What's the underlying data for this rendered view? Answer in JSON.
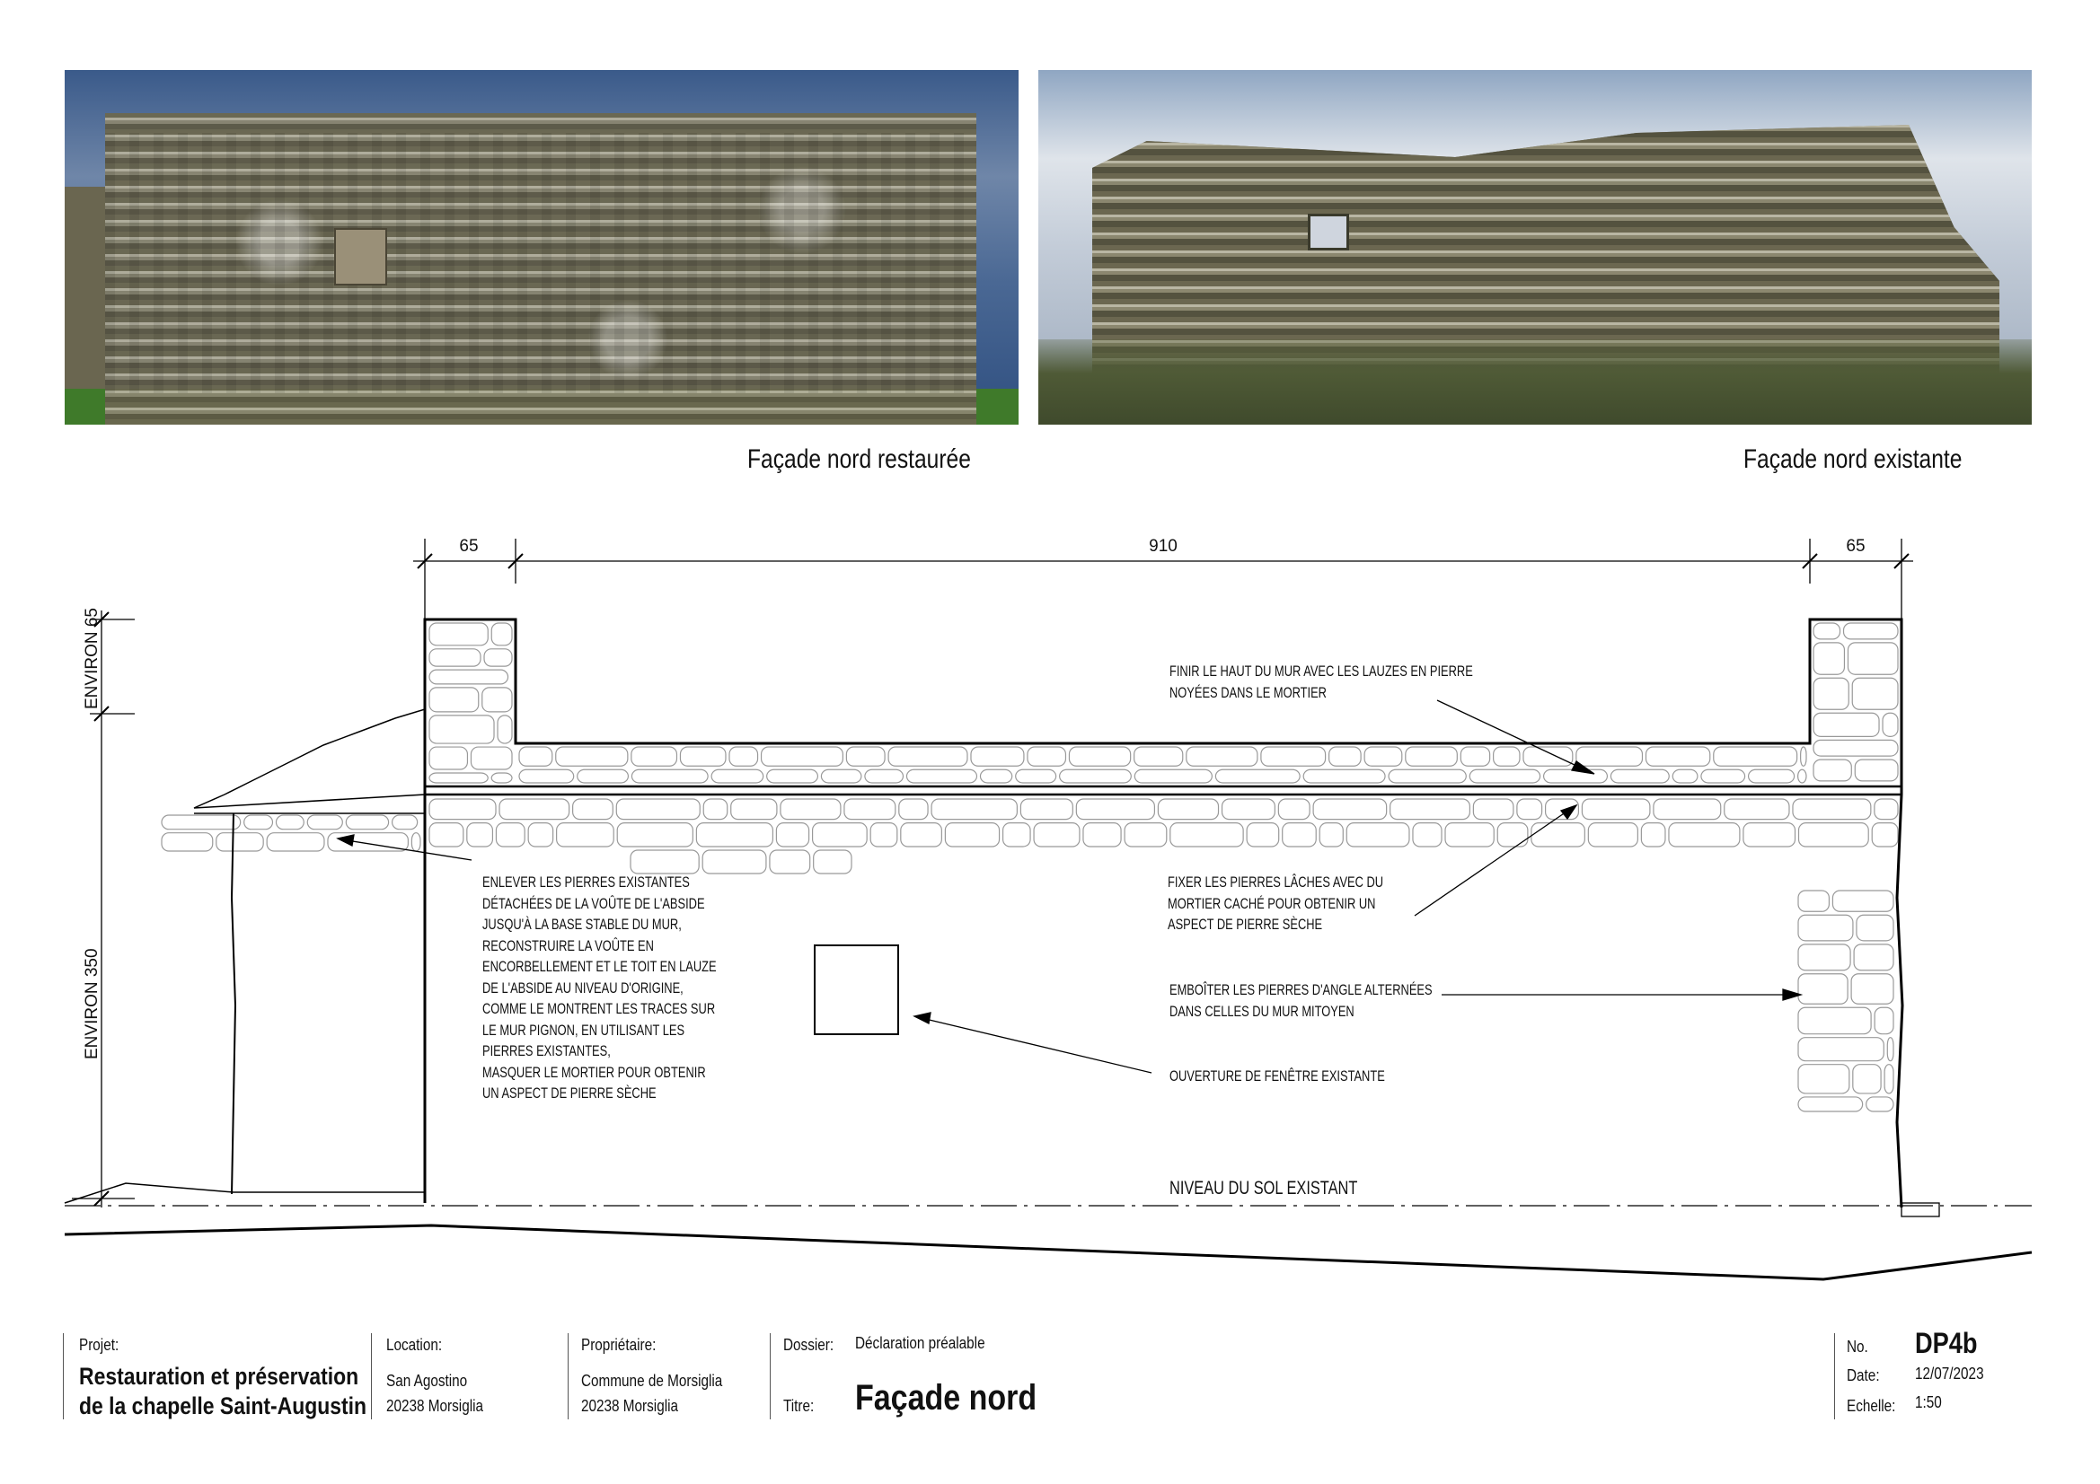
{
  "photos": {
    "restored_caption": "Façade nord restaurée",
    "existing_caption": "Façade nord existante"
  },
  "dimensions": {
    "left_pillar": "65",
    "center_span": "910",
    "right_pillar": "65",
    "upper_height": "ENVIRON 65",
    "main_height": "ENVIRON 350"
  },
  "notes": {
    "left": "ENLEVER LES PIERRES EXISTANTES\nDÉTACHÉES DE LA VOÛTE DE L'ABSIDE\nJUSQU'À LA BASE STABLE DU MUR,\nRECONSTRUIRE LA VOÛTE EN\nENCORBELLEMENT ET LE TOIT EN LAUZE\nDE L'ABSIDE AU NIVEAU D'ORIGINE,\nCOMME LE MONTRENT LES TRACES SUR\nLE MUR PIGNON, EN UTILISANT LES\nPIERRES EXISTANTES,\nMASQUER LE MORTIER POUR OBTENIR\nUN ASPECT DE PIERRE SÈCHE",
    "top_finish": "FINIR LE HAUT DU MUR AVEC LES LAUZES EN PIERRE\nNOYÉES DANS LE MORTIER",
    "loose_stones": "FIXER LES PIERRES LÂCHES AVEC DU\nMORTIER CACHÉ POUR OBTENIR UN\nASPECT DE PIERRE SÈCHE",
    "corner_stones": "EMBOÎTER LES PIERRES D'ANGLE ALTERNÉES\nDANS CELLES DU MUR MITOYEN",
    "window": "OUVERTURE DE FENÊTRE EXISTANTE",
    "ground": "NIVEAU DU SOL EXISTANT"
  },
  "title_block": {
    "project_label": "Projet:",
    "project_line1": "Restauration et préservation",
    "project_line2": "de la chapelle Saint-Augustin",
    "location_label": "Location:",
    "location_line1": "San Agostino",
    "location_line2": "20238 Morsiglia",
    "owner_label": "Propriétaire:",
    "owner_line1": "Commune de Morsiglia",
    "owner_line2": "20238 Morsiglia",
    "dossier_label": "Dossier:",
    "dossier_value": "Déclaration préalable",
    "title_label": "Titre:",
    "title_value": "Façade nord",
    "number_label": "No.",
    "number_value": "DP4b",
    "date_label": "Date:",
    "date_value": "12/07/2023",
    "scale_label": "Echelle:",
    "scale_value": "1:50"
  }
}
